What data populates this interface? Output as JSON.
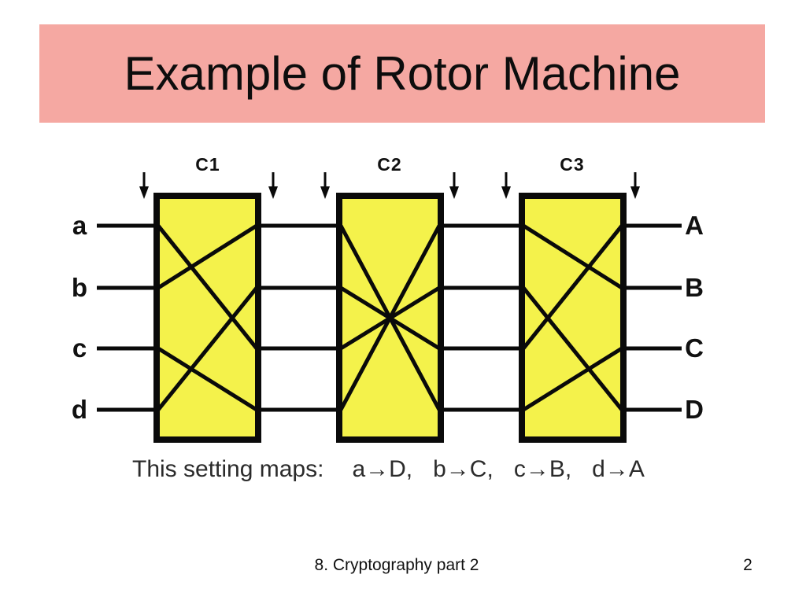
{
  "slide": {
    "title": "Example of Rotor Machine",
    "footer": "8. Cryptography part 2",
    "page_number": "2"
  },
  "colors": {
    "banner": "#F5A8A2",
    "rotor_fill": "#F4F24B",
    "line": "#0a0a0a",
    "caption_text": "#2b2b2b"
  },
  "diagram": {
    "rotor_labels": [
      "C1",
      "C2",
      "C3"
    ],
    "input_labels": [
      "a",
      "b",
      "c",
      "d"
    ],
    "output_labels": [
      "A",
      "B",
      "C",
      "D"
    ],
    "caption_label": "This setting maps:",
    "mappings": [
      "a→D,",
      "b→C,",
      "c→B,",
      "d→A"
    ],
    "permutations": {
      "C1": {
        "a": "c",
        "b": "a",
        "c": "d",
        "d": "b"
      },
      "C2": {
        "a": "d",
        "b": "c",
        "c": "b",
        "d": "a"
      },
      "C3": {
        "a": "B",
        "b": "D",
        "c": "A",
        "d": "C"
      }
    }
  }
}
